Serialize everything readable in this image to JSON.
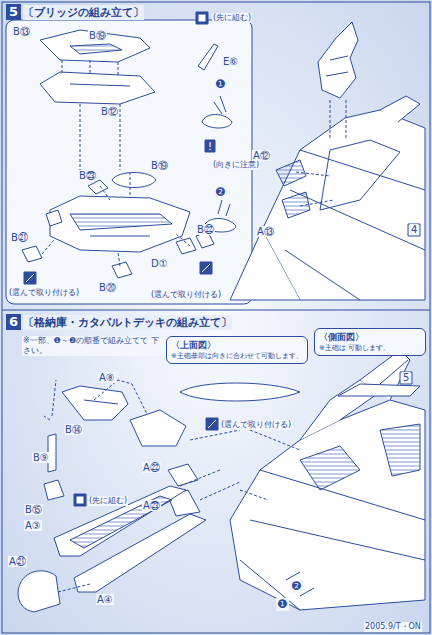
{
  "diagram": {
    "nodes": [
      {
        "text": [
          "5",
          "〔ブリッジの組み立て〕"
        ]
      },
      {
        "text": [
          "6",
          "〔格納庫・カタパルトデッキの組み立て〕"
        ]
      },
      {
        "text": [
          "〈上面図〉",
          "※主砲基部は向きに合わせて可動します。"
        ]
      },
      {
        "text": [
          "〈側面図〉",
          "※主砲は 可動します。"
        ]
      }
    ],
    "edges": [],
    "labels": [
      "B⑬",
      "B⑲",
      "B⑫",
      "(先に組む)",
      "E⑥",
      "❶",
      "(向きに注意)",
      "❷",
      "B㉓",
      "B⑲",
      "D①",
      "B㉑",
      "(選んで取り付ける)",
      "B㉒",
      "B⑳",
      "(選んで取り付ける)",
      "A⑫",
      "A⑬",
      "4",
      "※一部、❶～❷の順番で組み立てて 下さい。",
      "A⑧",
      "B⑭",
      "B⑨",
      "B⑮",
      "(先に組む)",
      "A㉒",
      "(選んで取り付ける)",
      "A㉓",
      "A③",
      "A④",
      "A㉑",
      "5",
      "❷",
      "❶",
      "2005.9/T・ON"
    ]
  }
}
